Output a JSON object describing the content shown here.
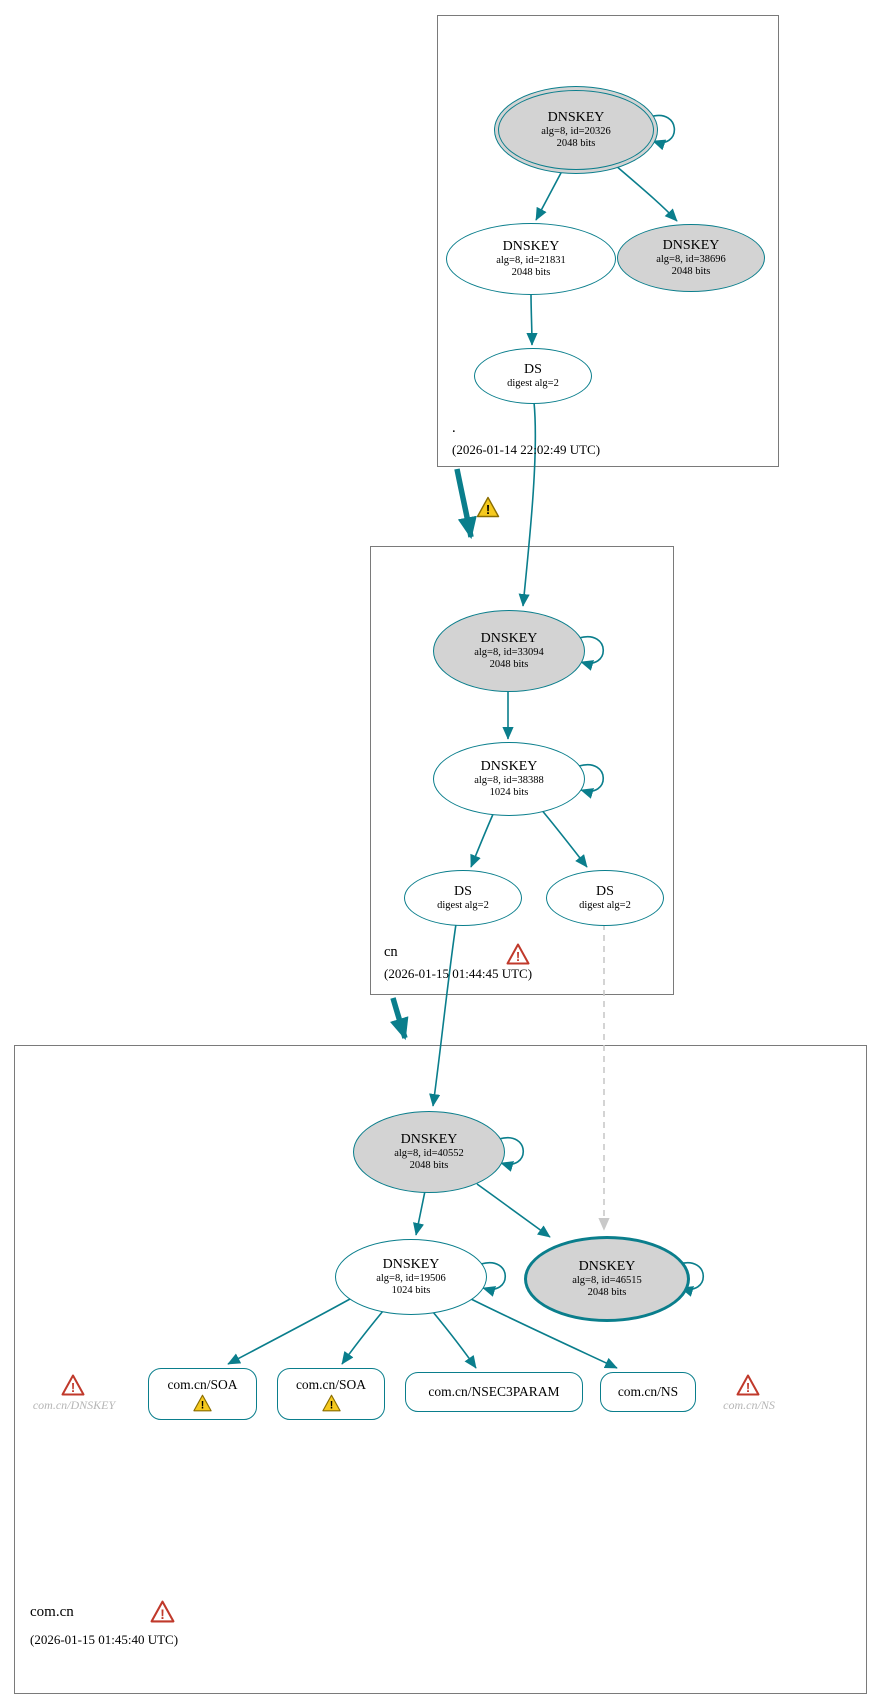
{
  "colors": {
    "edge_teal": "#0a7e8c",
    "node_fill_gray": "#d3d3d3",
    "warning_yellow": "#f5c91e",
    "error_red": "#c0392b",
    "dashed_gray": "#c9c9c9"
  },
  "zones": {
    "root": {
      "name": ".",
      "timestamp": "(2026-01-14 22:02:49 UTC)",
      "ksk": {
        "title": "DNSKEY",
        "detail": "alg=8, id=20326",
        "bits": "2048 bits"
      },
      "zsk": {
        "title": "DNSKEY",
        "detail": "alg=8, id=21831",
        "bits": "2048 bits"
      },
      "dnskey3": {
        "title": "DNSKEY",
        "detail": "alg=8, id=38696",
        "bits": "2048 bits"
      },
      "ds": {
        "title": "DS",
        "detail": "digest alg=2"
      }
    },
    "cn": {
      "name": "cn",
      "timestamp": "(2026-01-15 01:44:45 UTC)",
      "ksk": {
        "title": "DNSKEY",
        "detail": "alg=8, id=33094",
        "bits": "2048 bits"
      },
      "zsk": {
        "title": "DNSKEY",
        "detail": "alg=8, id=38388",
        "bits": "1024 bits"
      },
      "ds_left": {
        "title": "DS",
        "detail": "digest alg=2"
      },
      "ds_right": {
        "title": "DS",
        "detail": "digest alg=2"
      }
    },
    "comcn": {
      "name": "com.cn",
      "timestamp": "(2026-01-15 01:45:40 UTC)",
      "ksk": {
        "title": "DNSKEY",
        "detail": "alg=8, id=40552",
        "bits": "2048 bits"
      },
      "zsk": {
        "title": "DNSKEY",
        "detail": "alg=8, id=19506",
        "bits": "1024 bits"
      },
      "sep": {
        "title": "DNSKEY",
        "detail": "alg=8, id=46515",
        "bits": "2048 bits"
      },
      "rrsets": [
        {
          "label": "com.cn/SOA"
        },
        {
          "label": "com.cn/SOA"
        },
        {
          "label": "com.cn/NSEC3PARAM"
        },
        {
          "label": "com.cn/NS"
        }
      ],
      "left_annotation": "com.cn/DNSKEY",
      "right_annotation": "com.cn/NS"
    }
  }
}
